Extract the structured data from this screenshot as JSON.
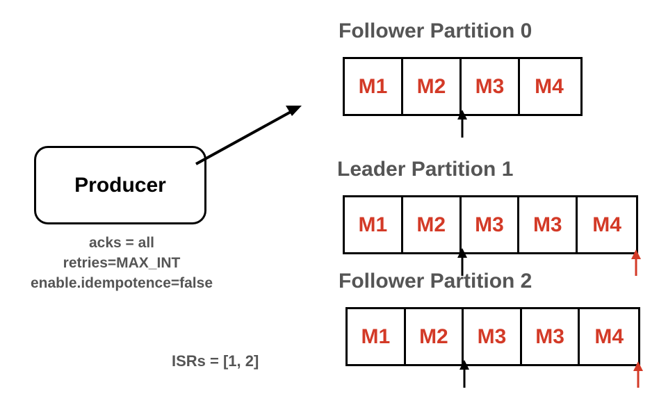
{
  "producer": {
    "label": "Producer",
    "config": [
      "acks = all",
      "retries=MAX_INT",
      "enable.idempotence=false"
    ]
  },
  "isrs": "ISRs = [1, 2]",
  "partitions": [
    {
      "title": "Follower Partition 0",
      "cells": [
        "M1",
        "M2",
        "M3",
        "M4"
      ]
    },
    {
      "title": "Leader Partition 1",
      "cells": [
        "M1",
        "M2",
        "M3",
        "M3",
        "M4"
      ]
    },
    {
      "title": "Follower Partition 2",
      "cells": [
        "M1",
        "M2",
        "M3",
        "M3",
        "M4"
      ]
    }
  ],
  "colors": {
    "message_text": "#d33a27",
    "title_text": "#555555",
    "marker_red": "#d33a27",
    "marker_black": "#000000"
  }
}
